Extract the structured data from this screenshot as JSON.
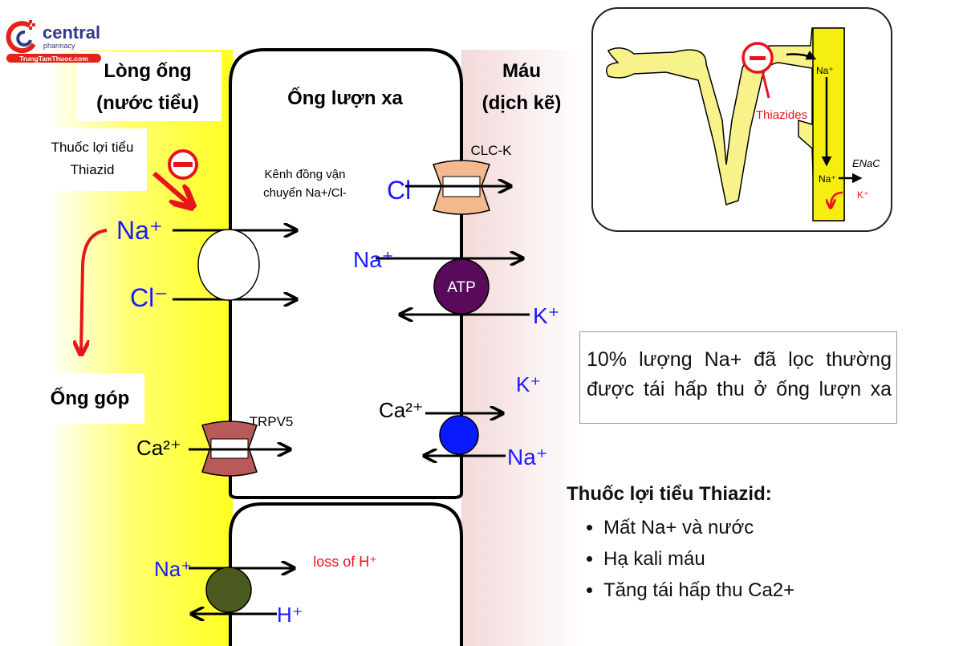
{
  "logo": {
    "brand": "central",
    "sub": "pharmacy",
    "site": "TrungTamThuoc.com"
  },
  "labels": {
    "lumen_line1": "Lòng ống",
    "lumen_line2": "(nước tiểu)",
    "cell": "Ống lượn xa",
    "blood_line1": "Máu",
    "blood_line2": "(dịch kẽ)",
    "drug_line1": "Thuốc lợi tiểu",
    "drug_line2": "Thiazid",
    "cotransporter_line1": "Kênh đồng vận",
    "cotransporter_line2": "chuyển Na+/Cl-",
    "collecting_duct": "Ống góp",
    "clck": "CLC-K",
    "trpv5": "TRPV5",
    "atp": "ATP",
    "loss_h": "loss of H⁺"
  },
  "ions": {
    "na": "Na⁺",
    "cl": "Cl⁻",
    "k": "K⁺",
    "ca": "Ca²⁺",
    "h": "H⁺"
  },
  "inset": {
    "thiazides": "Thiazides",
    "na": "Na⁺",
    "enac": "ENaC",
    "k": "K⁺"
  },
  "note": "10% lượng Na+ đã lọc thường được tái hấp thu ở ống lượn xa",
  "effects": {
    "title": "Thuốc lợi tiểu Thiazid:",
    "items": [
      "Mất Na+ và nước",
      "Hạ kali máu",
      "Tăng tái hấp thu Ca2+"
    ]
  },
  "colors": {
    "ion_blue": "#1a1aff",
    "inhibit_red": "#e8141c",
    "atp": "#5a0a5a",
    "lumen_yellow": "#ffff33"
  }
}
